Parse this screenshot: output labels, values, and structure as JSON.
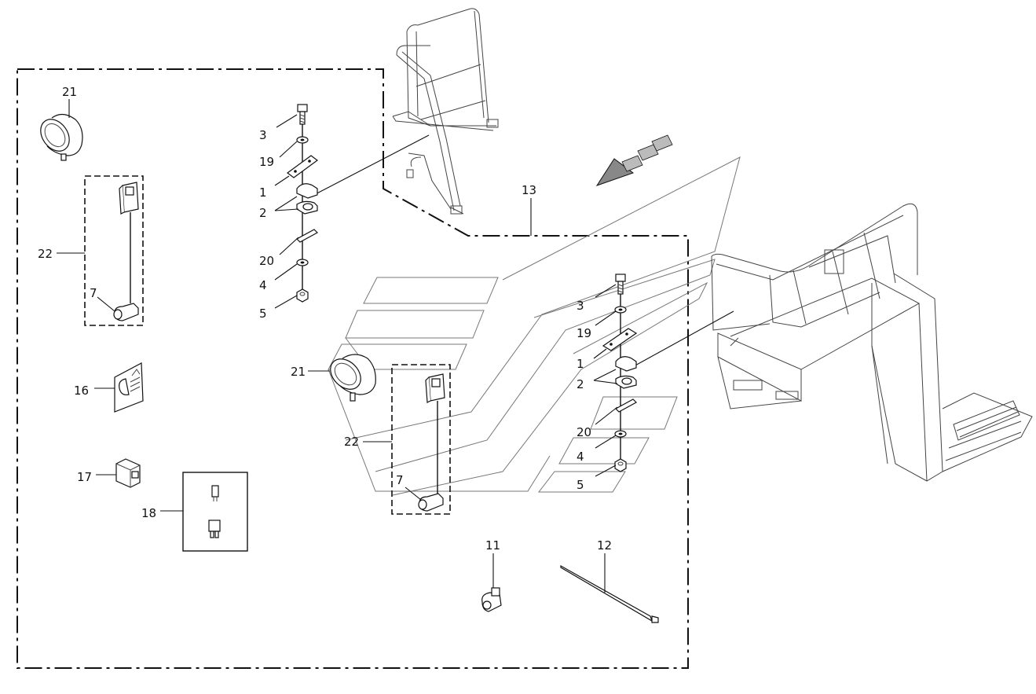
{
  "callouts": {
    "left": {
      "n3": "3",
      "n19": "19",
      "n1": "1",
      "n2": "2",
      "n20": "20",
      "n4": "4",
      "n5": "5",
      "n21": "21",
      "n22": "22",
      "n7": "7",
      "n16": "16",
      "n17": "17",
      "n18": "18"
    },
    "right": {
      "n13": "13",
      "n3": "3",
      "n19": "19",
      "n1": "1",
      "n2": "2",
      "n20": "20",
      "n4": "4",
      "n5": "5",
      "n21": "21",
      "n22": "22",
      "n7": "7",
      "n11": "11",
      "n12": "12"
    }
  },
  "icons": {
    "work_lamp": "work-lamp-icon",
    "switch": "rocker-switch-icon",
    "decal": "lamp-decal-icon",
    "relay": "relay-icon",
    "fuse": "fuse-icon",
    "cable_clip": "cable-clip-icon",
    "cable_tie": "cable-tie-icon",
    "direction_arrow": "direction-arrow-icon"
  }
}
